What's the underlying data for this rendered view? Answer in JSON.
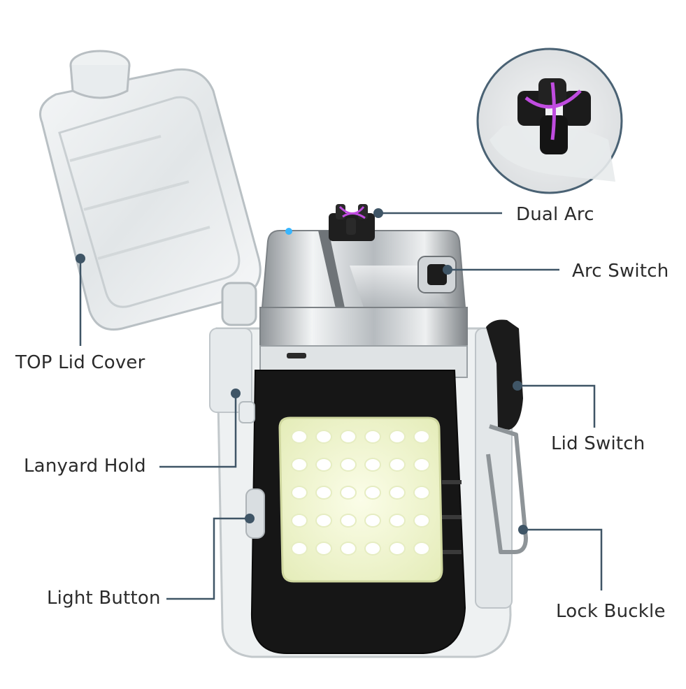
{
  "labels": {
    "dual_arc": "Dual Arc",
    "arc_switch": "Arc Switch",
    "top_lid_cover": "TOP Lid Cover",
    "lid_switch": "Lid Switch",
    "lanyard_hold": "Lanyard Hold",
    "light_button": "Light Button",
    "lock_buckle": "Lock Buckle"
  },
  "colors": {
    "callout_line": "#3f5566",
    "label_text": "#2b2b2b",
    "led_panel": "#f4f8d8",
    "body_black": "#161616",
    "chrome": "#c9cdd0",
    "arc_glow": "#c04ce0"
  },
  "led_grid": {
    "rows": 5,
    "cols": 6
  }
}
